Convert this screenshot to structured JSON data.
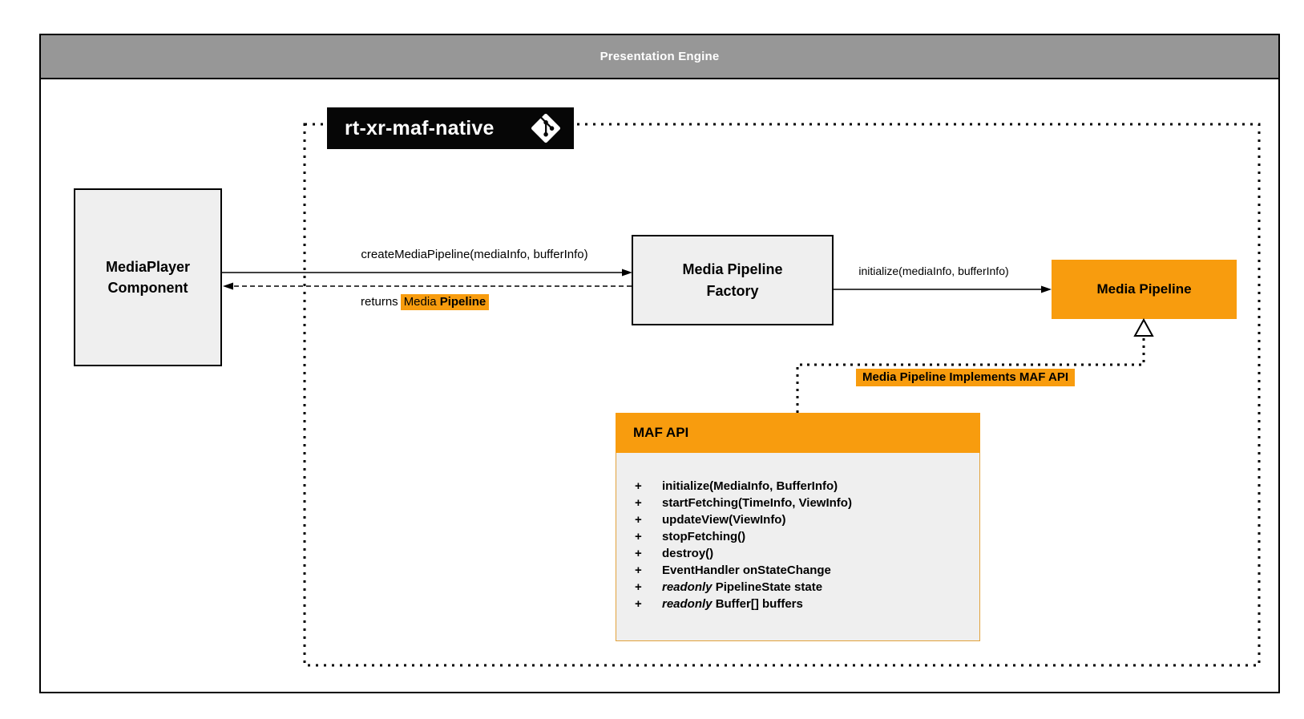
{
  "colors": {
    "accent_orange": "#F89C0E",
    "header_gray": "#979797",
    "node_gray": "#EFEFEF",
    "module_black": "#060606"
  },
  "header": {
    "title": "Presentation Engine"
  },
  "module": {
    "label": "rt-xr-maf-native",
    "icon": "git-icon"
  },
  "nodes": {
    "media_player": {
      "label": "MediaPlayer Component"
    },
    "factory": {
      "label": "Media Pipeline Factory"
    },
    "media_pipeline": {
      "label": "Media Pipeline"
    },
    "maf_api": {
      "title": "MAF API",
      "members": [
        {
          "visibility": "+",
          "text": "initialize(MediaInfo, BufferInfo)"
        },
        {
          "visibility": "+",
          "text": "startFetching(TimeInfo, ViewInfo)"
        },
        {
          "visibility": "+",
          "text": "updateView(ViewInfo)"
        },
        {
          "visibility": "+",
          "text": "stopFetching()"
        },
        {
          "visibility": "+",
          "text": "destroy()"
        },
        {
          "visibility": "+",
          "text": "EventHandler onStateChange"
        },
        {
          "visibility": "+",
          "italic": "readonly",
          "text": "PipelineState state"
        },
        {
          "visibility": "+",
          "italic": "readonly",
          "text": "Buffer[] buffers"
        }
      ]
    }
  },
  "edges": {
    "create_pipeline": {
      "label": "createMediaPipeline(mediaInfo, bufferInfo)"
    },
    "returns": {
      "prefix": "returns",
      "highlight_normal": "Media",
      "highlight_bold": "Pipeline"
    },
    "initialize": {
      "label": "initialize(mediaInfo, bufferInfo)"
    },
    "implements": {
      "label": "Media Pipeline Implements MAF API"
    }
  }
}
